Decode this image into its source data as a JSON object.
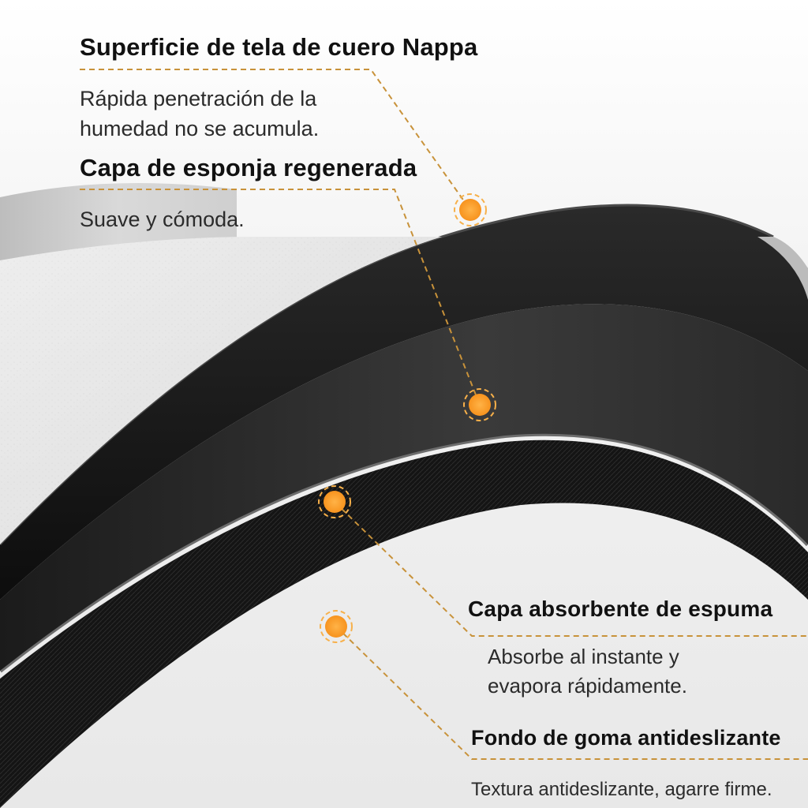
{
  "accent_color": "#f7931e",
  "callouts": [
    {
      "title": "Superficie de tela de cuero Nappa",
      "description": [
        "Rápida penetración de la",
        "humedad no se acumula."
      ]
    },
    {
      "title": "Capa de esponja regenerada",
      "description": [
        "Suave y cómoda."
      ]
    },
    {
      "title": "Capa absorbente de espuma",
      "description": [
        "Absorbe al instante y",
        "evapora rápidamente."
      ]
    },
    {
      "title": "Fondo de goma antideslizante",
      "description": [
        "Textura antideslizante, agarre firme."
      ]
    }
  ]
}
